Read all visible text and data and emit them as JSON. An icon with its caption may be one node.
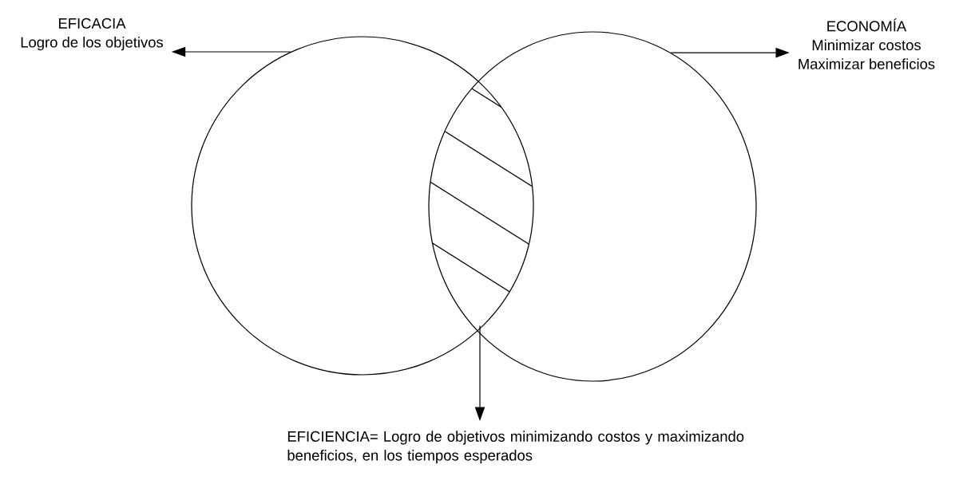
{
  "diagram": {
    "nodes": [
      {
        "text": [],
        "shape": "circle"
      },
      {
        "text": [],
        "shape": "circle"
      },
      {
        "text": [],
        "shape": "lens"
      },
      {
        "text": [
          "EFICACIA",
          "Logro de los objetivos"
        ]
      },
      {
        "text": [
          "ECONOMÍA",
          "Minimizar costos",
          "Maximizar beneficios"
        ]
      },
      {
        "text": [
          "EFICIENCIA= Logro de objetivos minimizando costos y maximizando beneficios, en los tiempos esperados"
        ]
      }
    ],
    "edges": [
      {
        "from": 0,
        "to": 3,
        "arrow": "to"
      },
      {
        "from": 1,
        "to": 4,
        "arrow": "to"
      },
      {
        "from": 2,
        "to": 5,
        "arrow": "to"
      }
    ]
  }
}
